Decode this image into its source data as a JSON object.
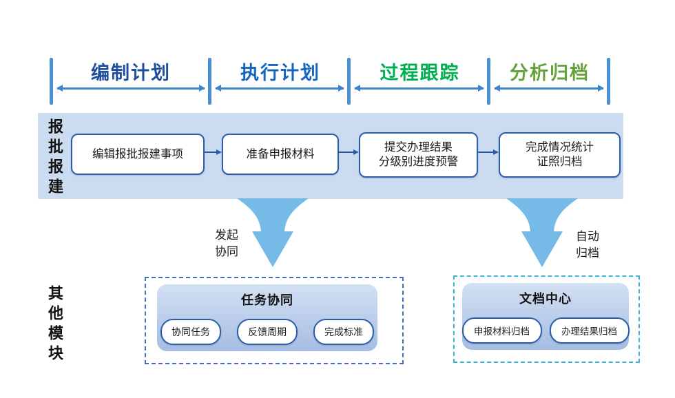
{
  "timeline": {
    "phases": [
      {
        "label": "编制计划",
        "color": "#1F4E9C"
      },
      {
        "label": "执行计划",
        "color": "#1565C0"
      },
      {
        "label": "过程跟踪",
        "color": "#00B050"
      },
      {
        "label": "分析归档",
        "color": "#66A23C"
      }
    ]
  },
  "process_band": {
    "side_label": "报批报建",
    "steps": [
      {
        "line1": "编辑报批报建事项"
      },
      {
        "line1": "准备申报材料"
      },
      {
        "line1": "提交办理结果",
        "line2": "分级别进度预警"
      },
      {
        "line1": "完成情况统计",
        "line2": "证照归档"
      }
    ]
  },
  "flow_arrows": {
    "left": {
      "line1": "发起",
      "line2": "协同"
    },
    "right": {
      "line1": "自动",
      "line2": "归档"
    }
  },
  "other_modules": {
    "side_label": "其他模块",
    "task_module": {
      "title": "任务协同",
      "items": [
        "协同任务",
        "反馈周期",
        "完成标准"
      ]
    },
    "doc_module": {
      "title": "文档中心",
      "items": [
        "申报材料归档",
        "办理结果归档"
      ]
    }
  },
  "colors": {
    "band_background": "#CBDCF0",
    "box_border": "#2E5DA8",
    "timeline_blue": "#3C85CC",
    "funnel_blue": "#76BAE8",
    "task_module_dash": "#3F6BC0",
    "doc_module_dash": "#38B5D4"
  }
}
